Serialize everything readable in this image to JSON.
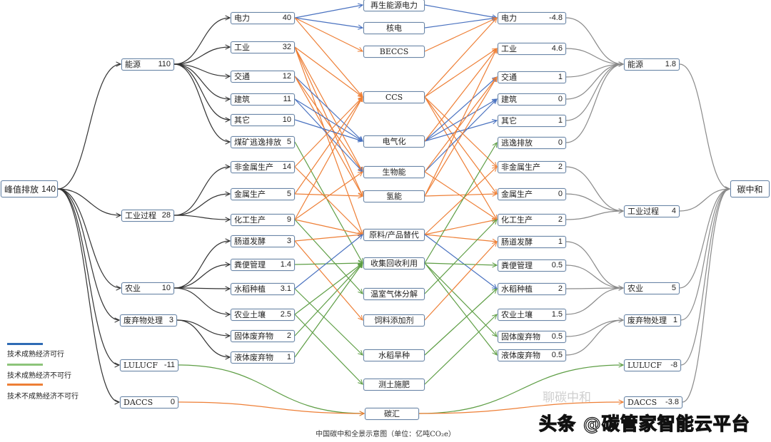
{
  "colors": {
    "feasible": "#4a72c0",
    "mature_uneconomic": "#5e9e45",
    "immature": "#ee7f36",
    "tree": "#333333",
    "tree_right": "#8a8a8a"
  },
  "legend": [
    {
      "label": "技术成熟经济可行",
      "color": "#2f6bb5"
    },
    {
      "label": "技术成熟经济不可行",
      "color": "#8cc47a"
    },
    {
      "label": "技术不成熟经济不可行",
      "color": "#ee7f36"
    }
  ],
  "caption": "中国碳中和全景示意图（单位：亿吨CO₂e）",
  "watermark": "头条 @碳管家智能云平台",
  "watermark_faint": "聊碳中和",
  "nodes": [
    {
      "id": "peak",
      "label": "峰值排放",
      "value": "140"
    },
    {
      "id": "l_energy",
      "label": "能源",
      "value": "110"
    },
    {
      "id": "l_ip",
      "label": "工业过程",
      "value": "28"
    },
    {
      "id": "l_agri",
      "label": "农业",
      "value": "10"
    },
    {
      "id": "l_waste",
      "label": "废弃物处理",
      "value": "3"
    },
    {
      "id": "l_lulucf",
      "label": "LULUCF",
      "value": "-11"
    },
    {
      "id": "l_daccs",
      "label": "DACCS",
      "value": "0"
    },
    {
      "id": "a_power",
      "label": "电力",
      "value": "40"
    },
    {
      "id": "a_ind",
      "label": "工业",
      "value": "32"
    },
    {
      "id": "a_trans",
      "label": "交通",
      "value": "12"
    },
    {
      "id": "a_build",
      "label": "建筑",
      "value": "11"
    },
    {
      "id": "a_other",
      "label": "其它",
      "value": "10"
    },
    {
      "id": "a_coal",
      "label": "煤矿逃逸排放",
      "value": "5"
    },
    {
      "id": "a_nonmet",
      "label": "非金属生产",
      "value": "14"
    },
    {
      "id": "a_metal",
      "label": "金属生产",
      "value": "5"
    },
    {
      "id": "a_chem",
      "label": "化工生产",
      "value": "9"
    },
    {
      "id": "a_enteric",
      "label": "肠道发酵",
      "value": "3"
    },
    {
      "id": "a_manure",
      "label": "粪便管理",
      "value": "1.4"
    },
    {
      "id": "a_rice",
      "label": "水稻种植",
      "value": "3.1"
    },
    {
      "id": "a_soil",
      "label": "农业土壤",
      "value": "2.5"
    },
    {
      "id": "a_solid",
      "label": "固体废弃物",
      "value": "2"
    },
    {
      "id": "a_liquid",
      "label": "液体废弃物",
      "value": "1"
    },
    {
      "id": "m_renew",
      "label": "再生能源电力",
      "value": ""
    },
    {
      "id": "m_nuclear",
      "label": "核电",
      "value": ""
    },
    {
      "id": "m_beccs",
      "label": "BECCS",
      "value": ""
    },
    {
      "id": "m_ccs",
      "label": "CCS",
      "value": ""
    },
    {
      "id": "m_elec",
      "label": "电气化",
      "value": ""
    },
    {
      "id": "m_bio",
      "label": "生物能",
      "value": ""
    },
    {
      "id": "m_h2",
      "label": "氢能",
      "value": ""
    },
    {
      "id": "m_sub",
      "label": "原料/产品替代",
      "value": ""
    },
    {
      "id": "m_recycle",
      "label": "收集回收利用",
      "value": ""
    },
    {
      "id": "m_decomp",
      "label": "温室气体分解",
      "value": ""
    },
    {
      "id": "m_feed",
      "label": "饲料添加剂",
      "value": ""
    },
    {
      "id": "m_dryrice",
      "label": "水稻旱种",
      "value": ""
    },
    {
      "id": "m_soilfert",
      "label": "测土施肥",
      "value": ""
    },
    {
      "id": "m_sink",
      "label": "碳汇",
      "value": ""
    },
    {
      "id": "b_power",
      "label": "电力",
      "value": "-4.8"
    },
    {
      "id": "b_ind",
      "label": "工业",
      "value": "4.6"
    },
    {
      "id": "b_trans",
      "label": "交通",
      "value": "1"
    },
    {
      "id": "b_build",
      "label": "建筑",
      "value": "0"
    },
    {
      "id": "b_other",
      "label": "其它",
      "value": "1"
    },
    {
      "id": "b_fug",
      "label": "逃逸排放",
      "value": "0"
    },
    {
      "id": "b_nonmet",
      "label": "非金属生产",
      "value": "2"
    },
    {
      "id": "b_metal",
      "label": "金属生产",
      "value": "0"
    },
    {
      "id": "b_chem",
      "label": "化工生产",
      "value": "2"
    },
    {
      "id": "b_enteric",
      "label": "肠道发酵",
      "value": "1"
    },
    {
      "id": "b_manure",
      "label": "粪便管理",
      "value": "0.5"
    },
    {
      "id": "b_rice",
      "label": "水稻种植",
      "value": "2"
    },
    {
      "id": "b_soil",
      "label": "农业土壤",
      "value": "1.5"
    },
    {
      "id": "b_solid",
      "label": "固体废弃物",
      "value": "0.5"
    },
    {
      "id": "b_liquid",
      "label": "液体废弃物",
      "value": "0.5"
    },
    {
      "id": "r_energy",
      "label": "能源",
      "value": "1.8"
    },
    {
      "id": "r_ip",
      "label": "工业过程",
      "value": "4"
    },
    {
      "id": "r_agri",
      "label": "农业",
      "value": "5"
    },
    {
      "id": "r_waste",
      "label": "废弃物处理",
      "value": "1"
    },
    {
      "id": "r_lulucf",
      "label": "LULUCF",
      "value": "-8"
    },
    {
      "id": "r_daccs",
      "label": "DACCS",
      "value": "-3.8"
    },
    {
      "id": "neutral",
      "label": "碳中和",
      "value": ""
    }
  ],
  "tree_edges": [
    [
      "peak",
      "l_energy"
    ],
    [
      "peak",
      "l_ip"
    ],
    [
      "peak",
      "l_agri"
    ],
    [
      "peak",
      "l_waste"
    ],
    [
      "peak",
      "l_lulucf"
    ],
    [
      "peak",
      "l_daccs"
    ],
    [
      "l_energy",
      "a_power"
    ],
    [
      "l_energy",
      "a_ind"
    ],
    [
      "l_energy",
      "a_trans"
    ],
    [
      "l_energy",
      "a_build"
    ],
    [
      "l_energy",
      "a_other"
    ],
    [
      "l_energy",
      "a_coal"
    ],
    [
      "l_ip",
      "a_nonmet"
    ],
    [
      "l_ip",
      "a_metal"
    ],
    [
      "l_ip",
      "a_chem"
    ],
    [
      "l_agri",
      "a_enteric"
    ],
    [
      "l_agri",
      "a_manure"
    ],
    [
      "l_agri",
      "a_rice"
    ],
    [
      "l_agri",
      "a_soil"
    ],
    [
      "l_waste",
      "a_solid"
    ],
    [
      "l_waste",
      "a_liquid"
    ]
  ],
  "tree_edges_right": [
    [
      "b_power",
      "r_energy"
    ],
    [
      "b_ind",
      "r_energy"
    ],
    [
      "b_trans",
      "r_energy"
    ],
    [
      "b_build",
      "r_energy"
    ],
    [
      "b_other",
      "r_energy"
    ],
    [
      "b_fug",
      "r_energy"
    ],
    [
      "b_nonmet",
      "r_ip"
    ],
    [
      "b_metal",
      "r_ip"
    ],
    [
      "b_chem",
      "r_ip"
    ],
    [
      "b_enteric",
      "r_agri"
    ],
    [
      "b_manure",
      "r_agri"
    ],
    [
      "b_rice",
      "r_agri"
    ],
    [
      "b_soil",
      "r_agri"
    ],
    [
      "b_solid",
      "r_waste"
    ],
    [
      "b_liquid",
      "r_waste"
    ],
    [
      "r_energy",
      "neutral"
    ],
    [
      "r_ip",
      "neutral"
    ],
    [
      "r_agri",
      "neutral"
    ],
    [
      "r_waste",
      "neutral"
    ],
    [
      "r_lulucf",
      "neutral"
    ],
    [
      "r_daccs",
      "neutral"
    ]
  ],
  "tech_edges": [
    [
      "a_power",
      "m_renew",
      "feasible"
    ],
    [
      "a_power",
      "m_nuclear",
      "feasible"
    ],
    [
      "a_power",
      "m_beccs",
      "immature"
    ],
    [
      "a_power",
      "m_ccs",
      "immature"
    ],
    [
      "a_ind",
      "m_ccs",
      "immature"
    ],
    [
      "a_ind",
      "m_bio",
      "immature"
    ],
    [
      "a_ind",
      "m_h2",
      "immature"
    ],
    [
      "a_ind",
      "m_sub",
      "immature"
    ],
    [
      "a_trans",
      "m_elec",
      "feasible"
    ],
    [
      "a_trans",
      "m_bio",
      "immature"
    ],
    [
      "a_trans",
      "m_h2",
      "immature"
    ],
    [
      "a_build",
      "m_elec",
      "feasible"
    ],
    [
      "a_build",
      "m_bio",
      "feasible"
    ],
    [
      "a_other",
      "m_elec",
      "feasible"
    ],
    [
      "a_coal",
      "m_recycle",
      "mature_uneconomic"
    ],
    [
      "a_nonmet",
      "m_ccs",
      "immature"
    ],
    [
      "a_nonmet",
      "m_sub",
      "immature"
    ],
    [
      "a_metal",
      "m_ccs",
      "immature"
    ],
    [
      "a_metal",
      "m_h2",
      "immature"
    ],
    [
      "a_chem",
      "m_ccs",
      "immature"
    ],
    [
      "a_chem",
      "m_bio",
      "immature"
    ],
    [
      "a_chem",
      "m_sub",
      "immature"
    ],
    [
      "a_chem",
      "m_decomp",
      "mature_uneconomic"
    ],
    [
      "a_enteric",
      "m_sub",
      "immature"
    ],
    [
      "a_enteric",
      "m_feed",
      "immature"
    ],
    [
      "a_manure",
      "m_recycle",
      "mature_uneconomic"
    ],
    [
      "a_rice",
      "m_sub",
      "feasible"
    ],
    [
      "a_rice",
      "m_dryrice",
      "mature_uneconomic"
    ],
    [
      "a_soil",
      "m_recycle",
      "mature_uneconomic"
    ],
    [
      "a_soil",
      "m_soilfert",
      "mature_uneconomic"
    ],
    [
      "a_solid",
      "m_recycle",
      "mature_uneconomic"
    ],
    [
      "a_liquid",
      "m_recycle",
      "mature_uneconomic"
    ],
    [
      "l_lulucf",
      "m_sink",
      "mature_uneconomic"
    ],
    [
      "l_daccs",
      "m_sink",
      "immature"
    ],
    [
      "m_renew",
      "b_power",
      "feasible"
    ],
    [
      "m_nuclear",
      "b_power",
      "feasible"
    ],
    [
      "m_beccs",
      "b_power",
      "immature"
    ],
    [
      "m_ccs",
      "b_power",
      "immature"
    ],
    [
      "m_ccs",
      "b_ind",
      "immature"
    ],
    [
      "m_ccs",
      "b_nonmet",
      "immature"
    ],
    [
      "m_ccs",
      "b_metal",
      "immature"
    ],
    [
      "m_ccs",
      "b_chem",
      "immature"
    ],
    [
      "m_elec",
      "b_trans",
      "feasible"
    ],
    [
      "m_elec",
      "b_build",
      "feasible"
    ],
    [
      "m_elec",
      "b_other",
      "feasible"
    ],
    [
      "m_elec",
      "b_ind",
      "immature"
    ],
    [
      "m_bio",
      "b_build",
      "feasible"
    ],
    [
      "m_bio",
      "b_trans",
      "immature"
    ],
    [
      "m_bio",
      "b_chem",
      "immature"
    ],
    [
      "m_h2",
      "b_ind",
      "immature"
    ],
    [
      "m_h2",
      "b_trans",
      "immature"
    ],
    [
      "m_h2",
      "b_metal",
      "immature"
    ],
    [
      "m_sub",
      "b_nonmet",
      "immature"
    ],
    [
      "m_sub",
      "b_chem",
      "immature"
    ],
    [
      "m_sub",
      "b_enteric",
      "immature"
    ],
    [
      "m_sub",
      "b_rice",
      "feasible"
    ],
    [
      "m_recycle",
      "b_fug",
      "mature_uneconomic"
    ],
    [
      "m_recycle",
      "b_manure",
      "mature_uneconomic"
    ],
    [
      "m_recycle",
      "b_solid",
      "mature_uneconomic"
    ],
    [
      "m_recycle",
      "b_liquid",
      "mature_uneconomic"
    ],
    [
      "m_decomp",
      "b_chem",
      "mature_uneconomic"
    ],
    [
      "m_feed",
      "b_enteric",
      "immature"
    ],
    [
      "m_dryrice",
      "b_rice",
      "mature_uneconomic"
    ],
    [
      "m_soilfert",
      "b_soil",
      "mature_uneconomic"
    ],
    [
      "m_sink",
      "r_lulucf",
      "mature_uneconomic"
    ],
    [
      "m_sink",
      "r_daccs",
      "immature"
    ]
  ]
}
